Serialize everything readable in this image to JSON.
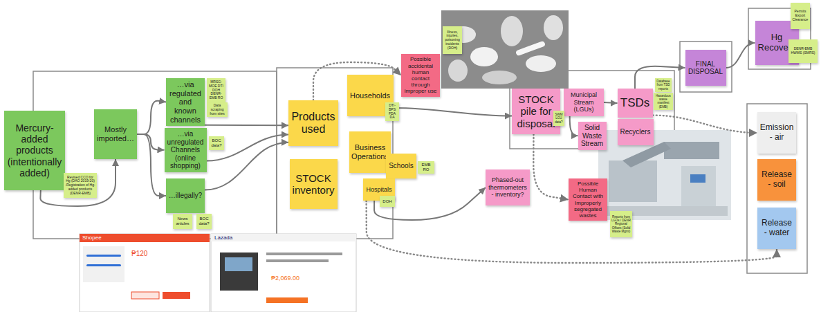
{
  "diagram": {
    "nodes": [
      {
        "text": [
          "Mercury-added products (intentionally added)"
        ]
      },
      {
        "text": [
          "Revised CCO for Hg (DAO 2019-20) -Registration of Hg-added products (DENR-EMB)"
        ]
      },
      {
        "text": [
          "Mostly imported…"
        ]
      },
      {
        "text": [
          "…via regulated and known channels"
        ]
      },
      {
        "text": [
          "MRSG-MOE DTI DOH DENR-EMB RO"
        ]
      },
      {
        "text": [
          "…via unregulated Channels (online shopping)"
        ]
      },
      {
        "text": [
          "Data scraping from sites"
        ]
      },
      {
        "text": [
          "BOC data?"
        ]
      },
      {
        "text": [
          "…illegally?"
        ]
      },
      {
        "text": [
          "News articles"
        ]
      },
      {
        "text": [
          "BOC data?"
        ]
      },
      {
        "text": [
          "Products used"
        ]
      },
      {
        "text": [
          "STOCK inventory"
        ]
      },
      {
        "text": [
          "Households"
        ]
      },
      {
        "text": [
          "DTI-BPS FDA DA"
        ]
      },
      {
        "text": [
          "Business Operations"
        ]
      },
      {
        "text": [
          "Schools"
        ]
      },
      {
        "text": [
          "Hospitals"
        ]
      },
      {
        "text": [
          "EMB RO"
        ]
      },
      {
        "text": [
          "DOH"
        ]
      },
      {
        "text": [
          "Possible accidental human contact through improper use"
        ]
      },
      {
        "text": [
          "Illness, injuries, poisoning incidents (DOH)"
        ]
      },
      {
        "text": [
          "STOCK pile for disposal"
        ]
      },
      {
        "text": [
          "Municipal Stream (LGUs)"
        ]
      },
      {
        "text": [
          "SWM LGU data?"
        ]
      },
      {
        "text": [
          "Solid Waste Stream"
        ]
      },
      {
        "text": [
          "TSDs"
        ]
      },
      {
        "text": [
          "Database from TSD reports"
        ]
      },
      {
        "text": [
          "Hazardous waste manifest (EMB)"
        ]
      },
      {
        "text": [
          "Recyclers"
        ]
      },
      {
        "text": [
          "FINAL DISPOSAL"
        ]
      },
      {
        "text": [
          "Hg Recovery"
        ]
      },
      {
        "text": [
          "Permits Export Clearance"
        ]
      },
      {
        "text": [
          "DENR-EMB HWMS (SMRS)"
        ]
      },
      {
        "text": [
          "Phased-out thermometers - inventory?"
        ]
      },
      {
        "text": [
          "Possible Human Contact with Improperly segregated wastes"
        ]
      },
      {
        "text": [
          "Reports from LGUs / DENR Regional Offices (Solid Waste Mgmt)"
        ]
      },
      {
        "text": [
          "Emission - air"
        ]
      },
      {
        "text": [
          "Release - soil"
        ]
      },
      {
        "text": [
          "Release - water"
        ]
      }
    ],
    "edges": [
      {
        "from": 0,
        "to": 2,
        "arrow": "to"
      },
      {
        "from": 2,
        "to": 3,
        "arrow": "to"
      },
      {
        "from": 2,
        "to": 5,
        "arrow": "to"
      },
      {
        "from": 2,
        "to": 8,
        "arrow": "to"
      },
      {
        "from": 3,
        "to": 11,
        "arrow": "to"
      },
      {
        "from": 5,
        "to": 11,
        "arrow": "to"
      },
      {
        "from": 8,
        "to": 11,
        "arrow": "to"
      },
      {
        "from": 11,
        "to": 20,
        "arrow": "to"
      },
      {
        "from": 13,
        "to": 22,
        "arrow": "to"
      },
      {
        "from": 17,
        "to": 34,
        "arrow": "to"
      },
      {
        "from": 23,
        "to": 25,
        "arrow": "to"
      },
      {
        "from": 23,
        "to": 26,
        "arrow": "to"
      },
      {
        "from": 26,
        "to": 30,
        "arrow": "to"
      },
      {
        "from": 30,
        "to": 31,
        "arrow": "to"
      },
      {
        "from": 22,
        "to": 35,
        "arrow": "to"
      },
      {
        "from": 26,
        "to": 37,
        "arrow": "to"
      },
      {
        "from": 17,
        "to": 39,
        "arrow": "to"
      }
    ],
    "labels": [
      "Shopee",
      "₱120",
      "Lazada",
      "₱2,069.00"
    ]
  }
}
